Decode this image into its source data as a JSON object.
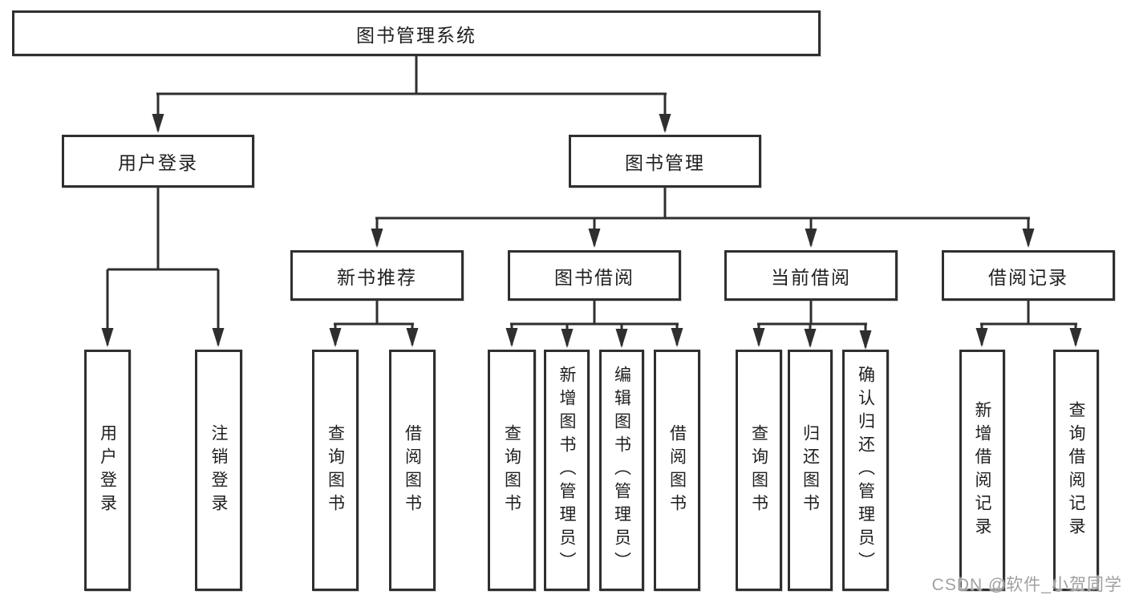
{
  "colors": {
    "line": "#2f2f2f",
    "text": "#1f1f1f",
    "watermark": "#a0a0a0",
    "background": "#ffffff"
  },
  "watermark": "CSDN @软件_小贺同学",
  "tree": {
    "root": {
      "label": "图书管理系统"
    },
    "branches": [
      {
        "label": "用户登录",
        "leaves": [
          {
            "label": "用户登录"
          },
          {
            "label": "注销登录"
          }
        ]
      },
      {
        "label": "图书管理",
        "groups": [
          {
            "label": "新书推荐",
            "leaves": [
              {
                "label": "查询图书"
              },
              {
                "label": "借阅图书"
              }
            ]
          },
          {
            "label": "图书借阅",
            "leaves": [
              {
                "label": "查询图书"
              },
              {
                "label": "新增图书（管理员）"
              },
              {
                "label": "编辑图书（管理员）"
              },
              {
                "label": "借阅图书"
              }
            ]
          },
          {
            "label": "当前借阅",
            "leaves": [
              {
                "label": "查询图书"
              },
              {
                "label": "归还图书"
              },
              {
                "label": "确认归还（管理员）"
              }
            ]
          },
          {
            "label": "借阅记录",
            "leaves": [
              {
                "label": "新增借阅记录"
              },
              {
                "label": "查询借阅记录"
              }
            ]
          }
        ]
      }
    ]
  }
}
